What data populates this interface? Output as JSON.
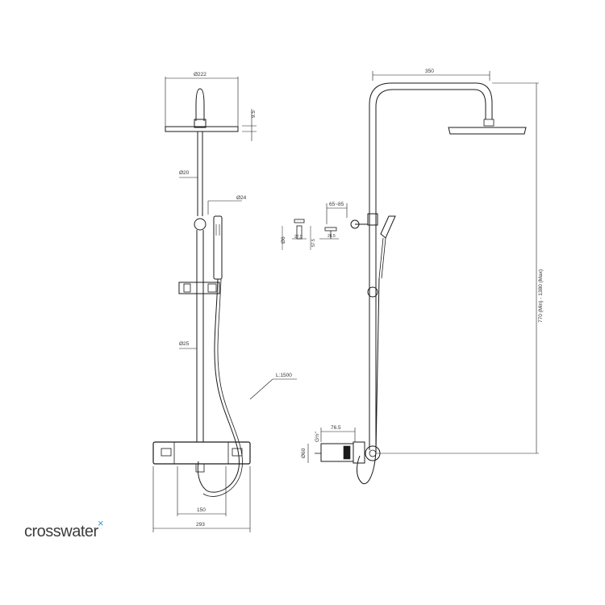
{
  "brand": {
    "name": "crosswater",
    "mark": "×"
  },
  "dimensions": {
    "front_head_diameter": "Ø222",
    "front_head_thickness": "9.5",
    "front_upper_pipe_diameter": "Ø20",
    "front_handset_diameter": "Ø24",
    "front_lower_pipe_diameter": "Ø25",
    "hose_length": "L:1500",
    "valve_centres": "150",
    "valve_width": "293",
    "side_arm_projection": "350",
    "side_height_range": "770 (Min) - 1380 (Max)",
    "side_bracket_depth": "65~85",
    "side_fix_1": "Ø6",
    "side_fix_2": "27.5",
    "side_fix_3": "26.5",
    "side_fix_4": "57.5",
    "side_valve_projection": "76.5",
    "side_valve_diameter": "Ø60",
    "side_valve_thread": "G½\""
  }
}
